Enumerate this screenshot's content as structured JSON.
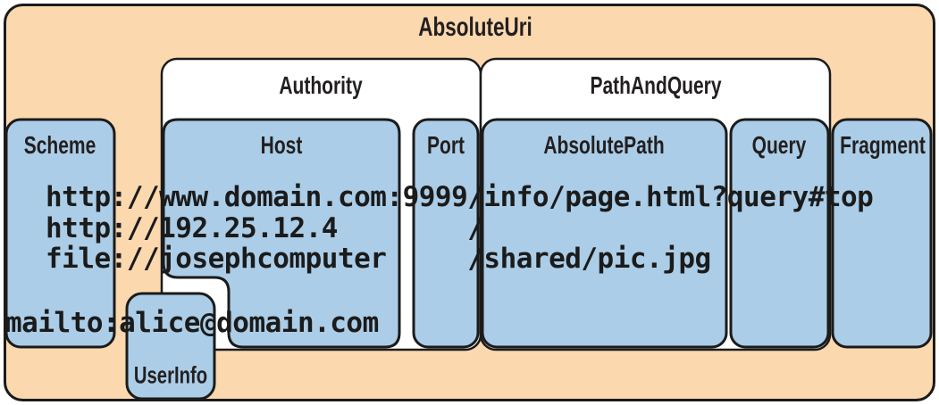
{
  "diagram": {
    "title": "AbsoluteUri",
    "groups": {
      "authority": "Authority",
      "path_and_query": "PathAndQuery"
    },
    "components": {
      "scheme": "Scheme",
      "host": "Host",
      "port": "Port",
      "absolute_path": "AbsolutePath",
      "query": "Query",
      "fragment": "Fragment",
      "user_info": "UserInfo"
    },
    "examples": {
      "row1": "http://www.domain.com:9999/info/page.html?query#top",
      "row2": "http://192.25.12.4        /",
      "row3": "file://josephcomputer     /shared/pic.jpg",
      "row4": "mailto:alice@domain.com"
    },
    "colors": {
      "canvas_fill": "#fbd8ae",
      "component_fill": "#abcde7",
      "group_fill": "#ffffff",
      "border": "#1b1b1b"
    }
  }
}
